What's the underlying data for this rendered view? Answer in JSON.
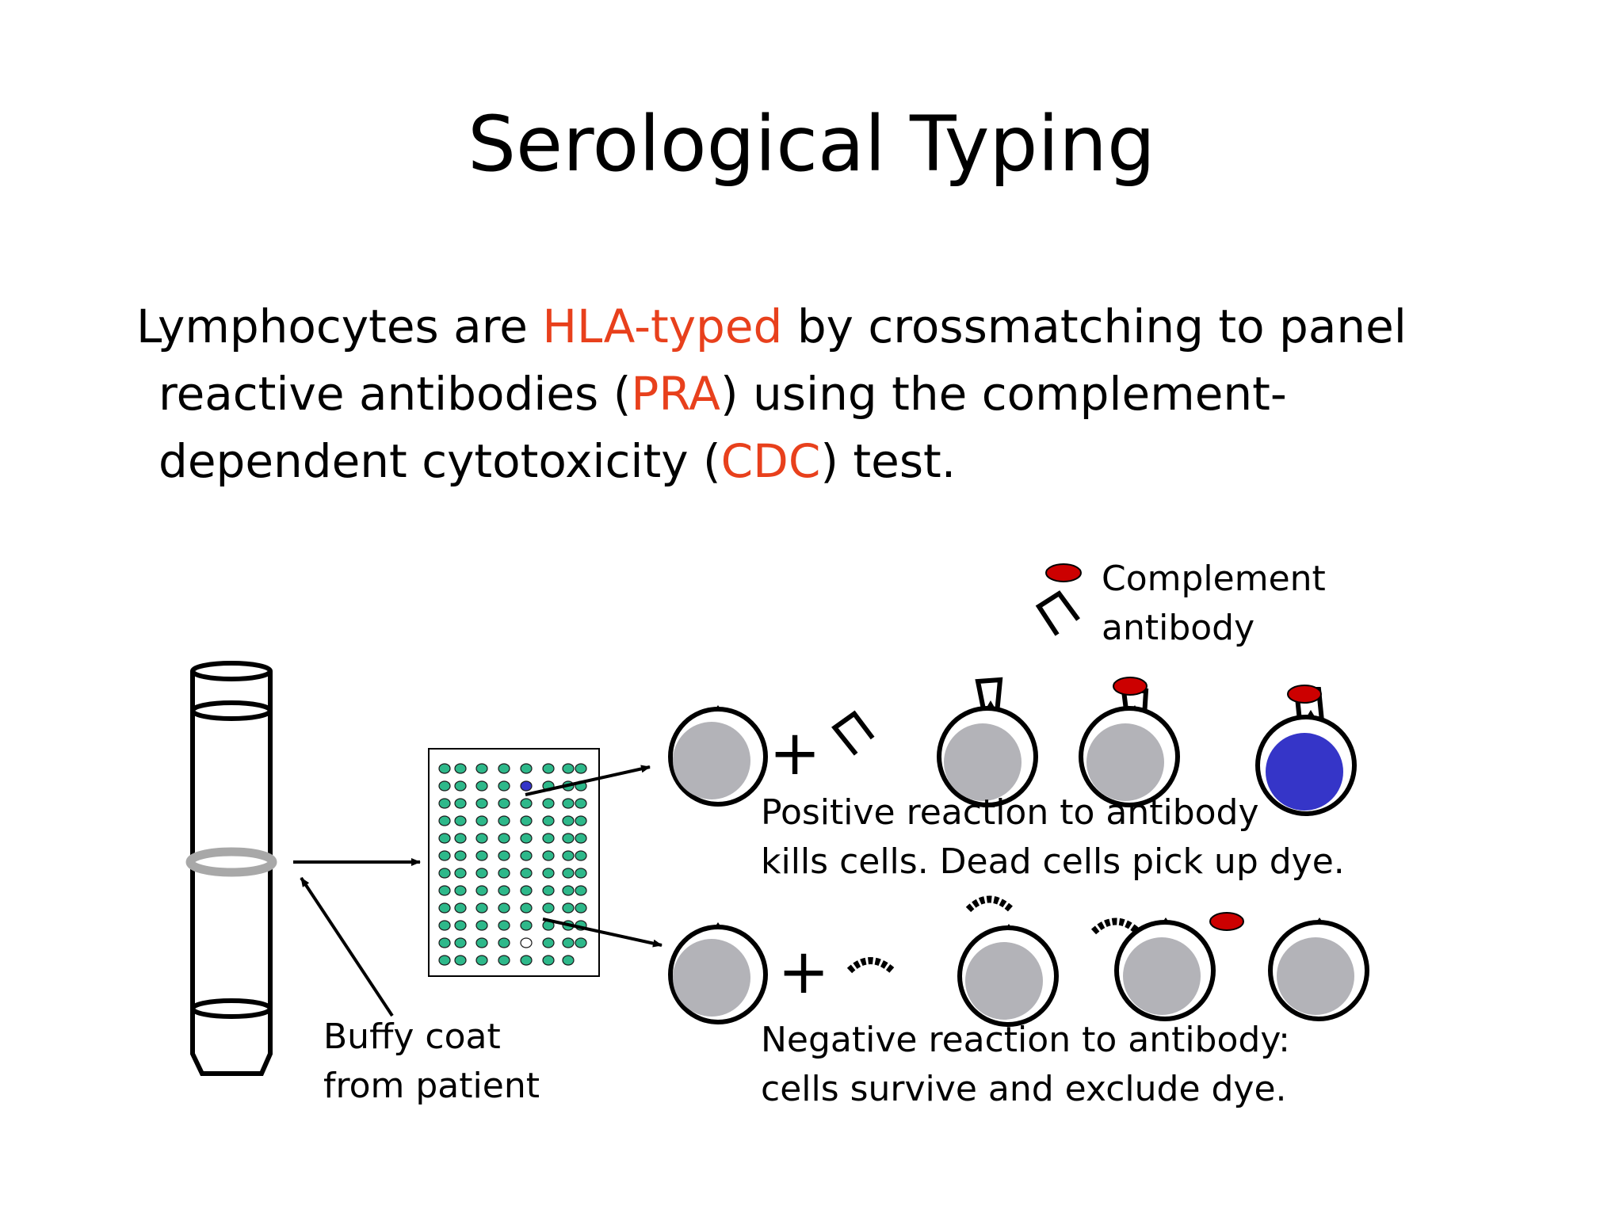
{
  "slide": {
    "title": "Serological Typing",
    "body": {
      "line1_a": "Lymphocytes are ",
      "line1_hl": "HLA-typed",
      "line1_b": " by crossmatching to panel",
      "line2_a": "reactive antibodies (",
      "line2_hl": "PRA",
      "line2_b": ") using the complement-",
      "line3_a": "dependent cytotoxicity (",
      "line3_hl": "CDC",
      "line3_b": ") test."
    },
    "highlight_color": "#e8401c"
  },
  "legend": {
    "complement": "Complement",
    "antibody": "antibody",
    "complement_color": "#cc0000"
  },
  "labels": {
    "buffy_1": "Buffy coat",
    "buffy_2": "from patient",
    "positive_1": "Positive reaction to antibody",
    "positive_2": "kills cells. Dead cells pick up dye.",
    "negative_1": "Negative reaction to antibody:",
    "negative_2": "cells survive and exclude dye.",
    "plus": "+"
  },
  "colors": {
    "cell_fill": "#b3b3b8",
    "dead_cell_fill": "#3535c8",
    "well_fill": "#2eb88a",
    "buffy_ring": "#a8a8a8"
  }
}
